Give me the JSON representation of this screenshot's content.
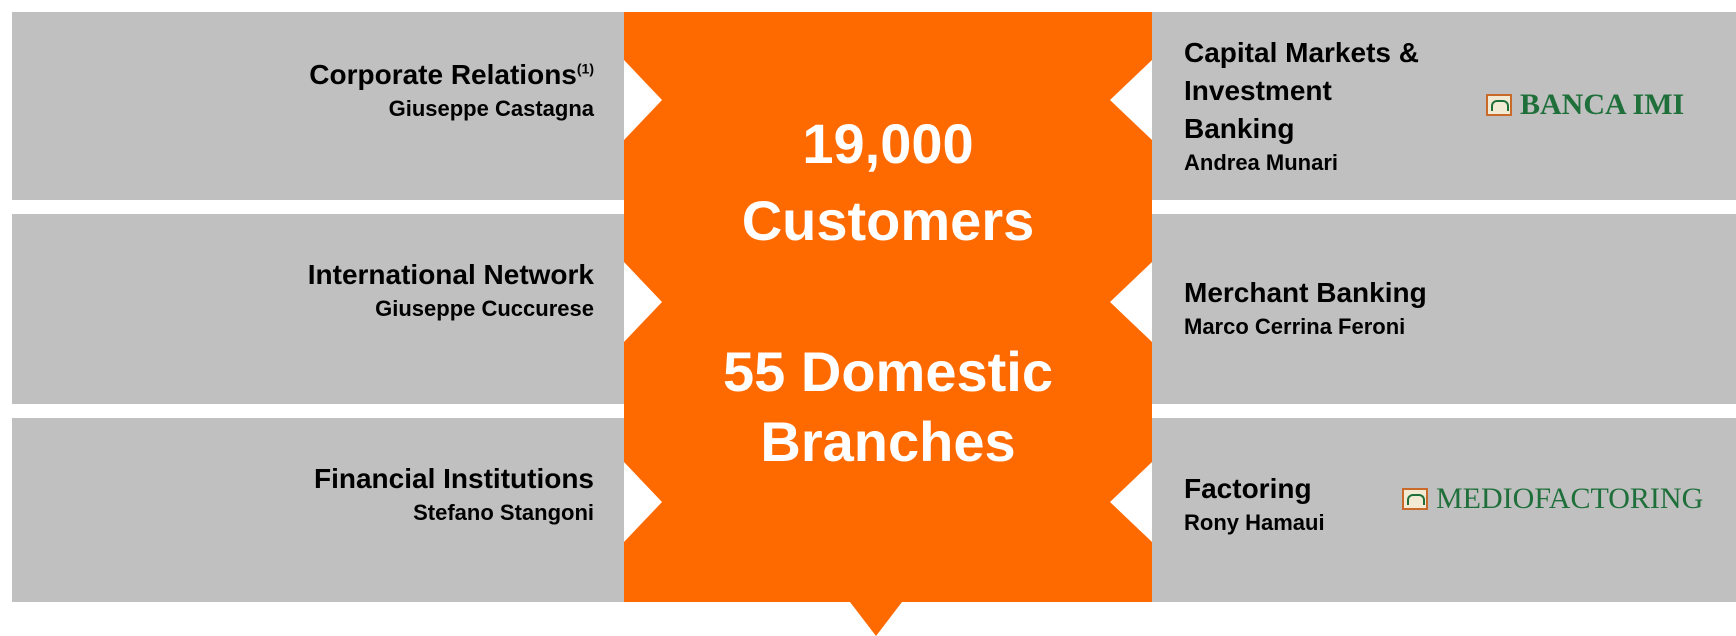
{
  "center": {
    "line1": "19,000",
    "line2": "Customers",
    "line3": "55 Domestic",
    "line4": "Branches",
    "color": "#ff6a00"
  },
  "left_units": [
    {
      "title": "Corporate Relations",
      "superscript": "(1)",
      "person": "Giuseppe Castagna"
    },
    {
      "title": "International Network",
      "person": "Giuseppe Cuccurese"
    },
    {
      "title": "Financial Institutions",
      "person": "Stefano Stangoni"
    }
  ],
  "right_units": [
    {
      "title_lines": [
        "Capital Markets &",
        "Investment",
        "Banking"
      ],
      "person": "Andrea Munari",
      "logo": "BANCA IMI"
    },
    {
      "title": "Merchant Banking",
      "person": "Marco Cerrina Feroni"
    },
    {
      "title": "Factoring",
      "person": "Rony Hamaui",
      "logo": "MEDIOFACTORING"
    }
  ],
  "colors": {
    "band": "#c0c0c0",
    "accent": "#ff6a00",
    "logo_green": "#1f6f3a"
  }
}
